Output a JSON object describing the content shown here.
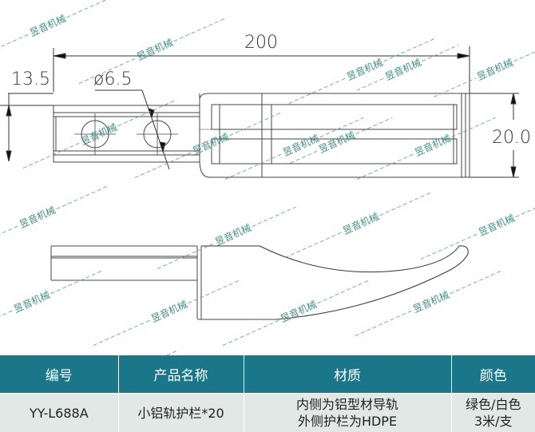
{
  "drawing": {
    "dimensions": {
      "length": "200",
      "hole_diameter": "ø6.5",
      "left_offset": "13.5",
      "height": "20.0"
    },
    "views": [
      "top-view",
      "side-profile-view"
    ]
  },
  "watermark": {
    "text": "昱音机械",
    "color": "#3f8f85"
  },
  "spec_table": {
    "header_color": "#1a7689",
    "body_color": "#e2e8e6",
    "headers": [
      "编号",
      "产品名称",
      "材质",
      "颜色"
    ],
    "row": {
      "code": "YY-L688A",
      "product_name": "小铝轨护栏*20",
      "material_line1": "内侧为铝型材导轨",
      "material_line2": "外侧护栏为HDPE",
      "color_line1": "绿色/白色",
      "color_line2": "3米/支"
    }
  }
}
